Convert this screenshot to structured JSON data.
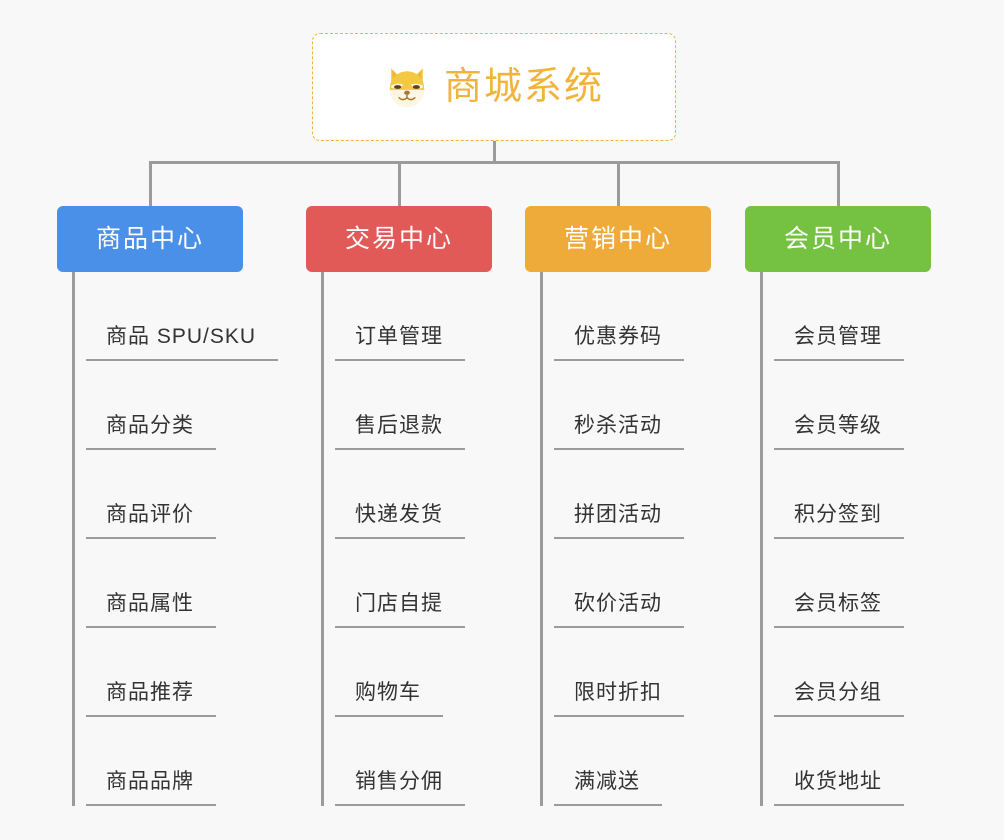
{
  "root": {
    "title": "商城系统",
    "icon": "shiba-dog-icon",
    "accent_color": "#f2b33d",
    "border_color": "#f0b23c",
    "background": "#ffffff"
  },
  "page": {
    "background": "#f8f8f8",
    "connector_color": "#9b9b9b"
  },
  "columns": [
    {
      "label": "商品中心",
      "color": "#4a90e8",
      "items": [
        "商品 SPU/SKU",
        "商品分类",
        "商品评价",
        "商品属性",
        "商品推荐",
        "商品品牌"
      ]
    },
    {
      "label": "交易中心",
      "color": "#e25a57",
      "items": [
        "订单管理",
        "售后退款",
        "快递发货",
        "门店自提",
        "购物车",
        "销售分佣"
      ]
    },
    {
      "label": "营销中心",
      "color": "#eeab3a",
      "items": [
        "优惠券码",
        "秒杀活动",
        "拼团活动",
        "砍价活动",
        "限时折扣",
        "满减送"
      ]
    },
    {
      "label": "会员中心",
      "color": "#75c142",
      "items": [
        "会员管理",
        "会员等级",
        "积分签到",
        "会员标签",
        "会员分组",
        "收货地址"
      ]
    }
  ]
}
